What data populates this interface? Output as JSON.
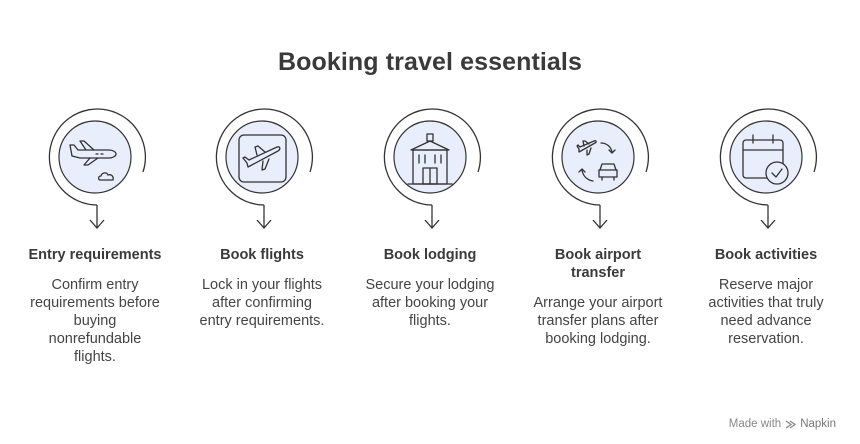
{
  "title": "Booking travel essentials",
  "steps": [
    {
      "icon": "plane-cloud-icon",
      "heading": "Entry requirements",
      "description": [
        "Confirm entry",
        "requirements before",
        "buying",
        "nonrefundable",
        "flights."
      ]
    },
    {
      "icon": "flight-icon",
      "heading": "Book flights",
      "description": [
        "Lock in your flights",
        "after confirming",
        "entry requirements."
      ]
    },
    {
      "icon": "hotel-icon",
      "heading": "Book lodging",
      "description": [
        "Secure your lodging",
        "after booking your",
        "flights."
      ]
    },
    {
      "icon": "plane-car-transfer-icon",
      "heading": [
        "Book airport",
        "transfer"
      ],
      "description": [
        "Arrange your airport",
        "transfer plans after",
        "booking lodging."
      ]
    },
    {
      "icon": "calendar-check-icon",
      "heading": "Book activities",
      "description": [
        "Reserve major",
        "activities that truly",
        "need advance",
        "reservation."
      ]
    }
  ],
  "footer": {
    "made_with": "Made with",
    "brand": "Napkin"
  },
  "colors": {
    "circle_fill": "#e9eefc",
    "stroke": "#333333",
    "ring": "#333333"
  }
}
